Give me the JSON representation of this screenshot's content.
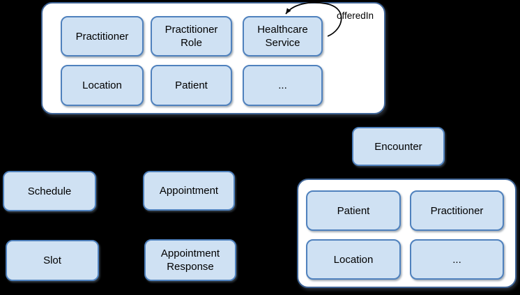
{
  "colors": {
    "background": "#000000",
    "container_fill": "#ffffff",
    "container_border": "#3f6496",
    "box_fill": "#cfe1f3",
    "box_border": "#4f81bd",
    "text": "#000000",
    "arrow": "#000000"
  },
  "top_group": {
    "boxes": [
      {
        "label": "Practitioner"
      },
      {
        "label": "Practitioner Role"
      },
      {
        "label": "Healthcare Service"
      },
      {
        "label": "Location"
      },
      {
        "label": "Patient"
      },
      {
        "label": "..."
      }
    ],
    "self_loop_label": "offeredIn"
  },
  "standalone": {
    "encounter": "Encounter",
    "schedule": "Schedule",
    "appointment": "Appointment",
    "slot": "Slot",
    "appointment_response": "Appointment Response"
  },
  "encounter_group": {
    "boxes": [
      {
        "label": "Patient"
      },
      {
        "label": "Practitioner"
      },
      {
        "label": "Location"
      },
      {
        "label": "..."
      }
    ]
  }
}
